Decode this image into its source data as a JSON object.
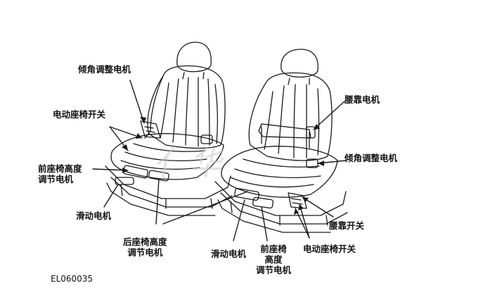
{
  "labels": {
    "left_recline_motor": "倾角调整电机",
    "left_power_seat_switch": "电动座椅开关",
    "left_front_height_l1": "前座椅高度",
    "left_front_height_l2": "调节电机",
    "left_slide_motor": "滑动电机",
    "rear_height_l1": "后座椅高度",
    "rear_height_l2": "调节电机",
    "right_lumbar_motor": "腰靠电机",
    "right_recline_motor": "倾角调整电机",
    "right_lumbar_switch": "腰靠开关",
    "right_power_seat_switch": "电动座椅开关",
    "right_slide_motor": "滑动电机",
    "right_front_height_l1": "前座椅",
    "right_front_height_l2": "高度",
    "right_front_height_l3": "调节电机"
  },
  "figure_code": "EL060035",
  "colors": {
    "line": "#1a1a1a",
    "text": "#111111"
  }
}
